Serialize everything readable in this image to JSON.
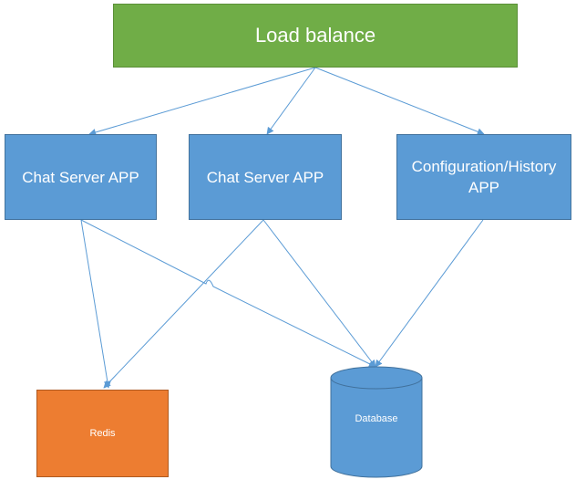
{
  "load_balancer": {
    "label": "Load balance"
  },
  "apps": [
    {
      "label": "Chat Server APP"
    },
    {
      "label": "Chat Server APP"
    },
    {
      "label": "Configuration/History APP"
    }
  ],
  "redis": {
    "label": "Redis"
  },
  "database": {
    "label": "Database"
  },
  "colors": {
    "load_balancer": "#70ad47",
    "app": "#5b9bd5",
    "redis": "#ed7d31",
    "database": "#5b9bd5",
    "connector": "#5b9bd5"
  }
}
